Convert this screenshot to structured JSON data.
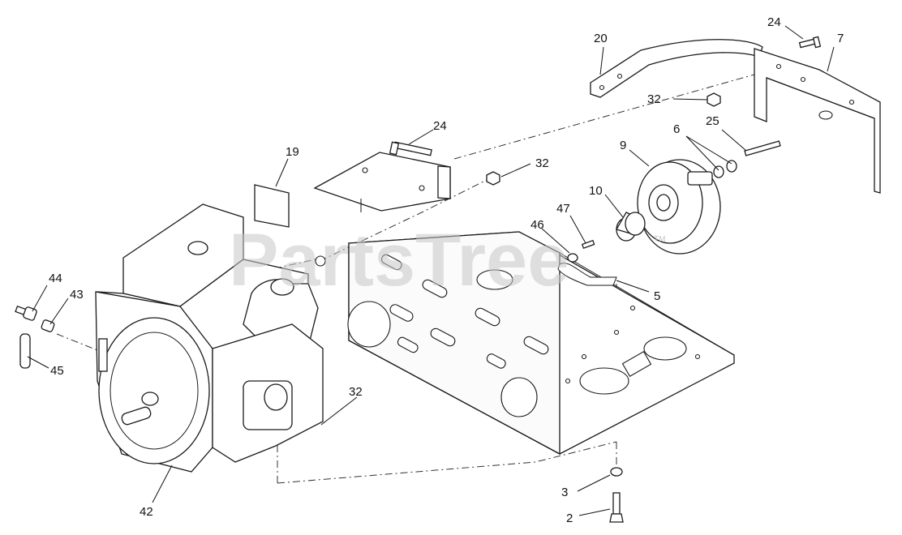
{
  "watermark": "PartsTree",
  "trademark": "TM",
  "callouts": [
    {
      "id": "c-24a",
      "text": "24"
    },
    {
      "id": "c-7",
      "text": "7"
    },
    {
      "id": "c-20",
      "text": "20"
    },
    {
      "id": "c-32a",
      "text": "32"
    },
    {
      "id": "c-6",
      "text": "6"
    },
    {
      "id": "c-25",
      "text": "25"
    },
    {
      "id": "c-24b",
      "text": "24"
    },
    {
      "id": "c-19",
      "text": "19"
    },
    {
      "id": "c-9",
      "text": "9"
    },
    {
      "id": "c-32b",
      "text": "32"
    },
    {
      "id": "c-10",
      "text": "10"
    },
    {
      "id": "c-47",
      "text": "47"
    },
    {
      "id": "c-46",
      "text": "46"
    },
    {
      "id": "c-5",
      "text": "5"
    },
    {
      "id": "c-44",
      "text": "44"
    },
    {
      "id": "c-43",
      "text": "43"
    },
    {
      "id": "c-45",
      "text": "45"
    },
    {
      "id": "c-32c",
      "text": "32"
    },
    {
      "id": "c-42",
      "text": "42"
    },
    {
      "id": "c-3",
      "text": "3"
    },
    {
      "id": "c-2",
      "text": "2"
    }
  ]
}
